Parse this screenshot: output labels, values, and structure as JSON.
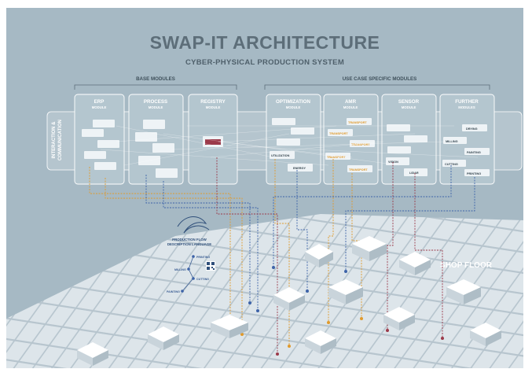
{
  "header": {
    "title": "SWAP-IT ARCHITECTURE",
    "subtitle": "CYBER-PHYSICAL PRODUCTION SYSTEM"
  },
  "groups": {
    "base": "BASE MODULES",
    "use_case": "USE CASE SPECIFIC MODULES"
  },
  "side_label": {
    "line1": "INTERACTION &",
    "line2": "COMMUNICATION"
  },
  "modules": [
    {
      "name": "ERP",
      "sub": "MODULE"
    },
    {
      "name": "PROCESS",
      "sub": "MODULE"
    },
    {
      "name": "REGISTRY",
      "sub": "MODULE"
    },
    {
      "name": "OPTIMIZATION",
      "sub": "MODULE"
    },
    {
      "name": "AMR",
      "sub": "MODULE"
    },
    {
      "name": "SENSOR",
      "sub": "MODULE"
    },
    {
      "name": "FURTHER",
      "sub": "MODULES"
    }
  ],
  "tags": {
    "utilization": "UTILIZATION",
    "energy": "ENERGY",
    "transport": "TRANSPORT",
    "vision": "VISION",
    "lidar": "LIDAR",
    "drying": "DRYING",
    "milling": "MILLING",
    "painting": "PAINTING",
    "cutting": "CUTTING",
    "printing": "PRINTING"
  },
  "shop_floor": "SHOP FLOOR",
  "pfdl": {
    "line1": "PRODUCTION FLOW",
    "line2": "DESCRIPTION LANGUAGE",
    "steps": [
      "PRINTING",
      "MILLING",
      "CUTTING",
      "PAINTING"
    ]
  },
  "colors": {
    "poster_bg": "#a6b9c4",
    "floor": "#dde5ea",
    "accent_orange": "#e09a2c",
    "accent_blue": "#3d63a8",
    "accent_red": "#9b3a4a"
  }
}
